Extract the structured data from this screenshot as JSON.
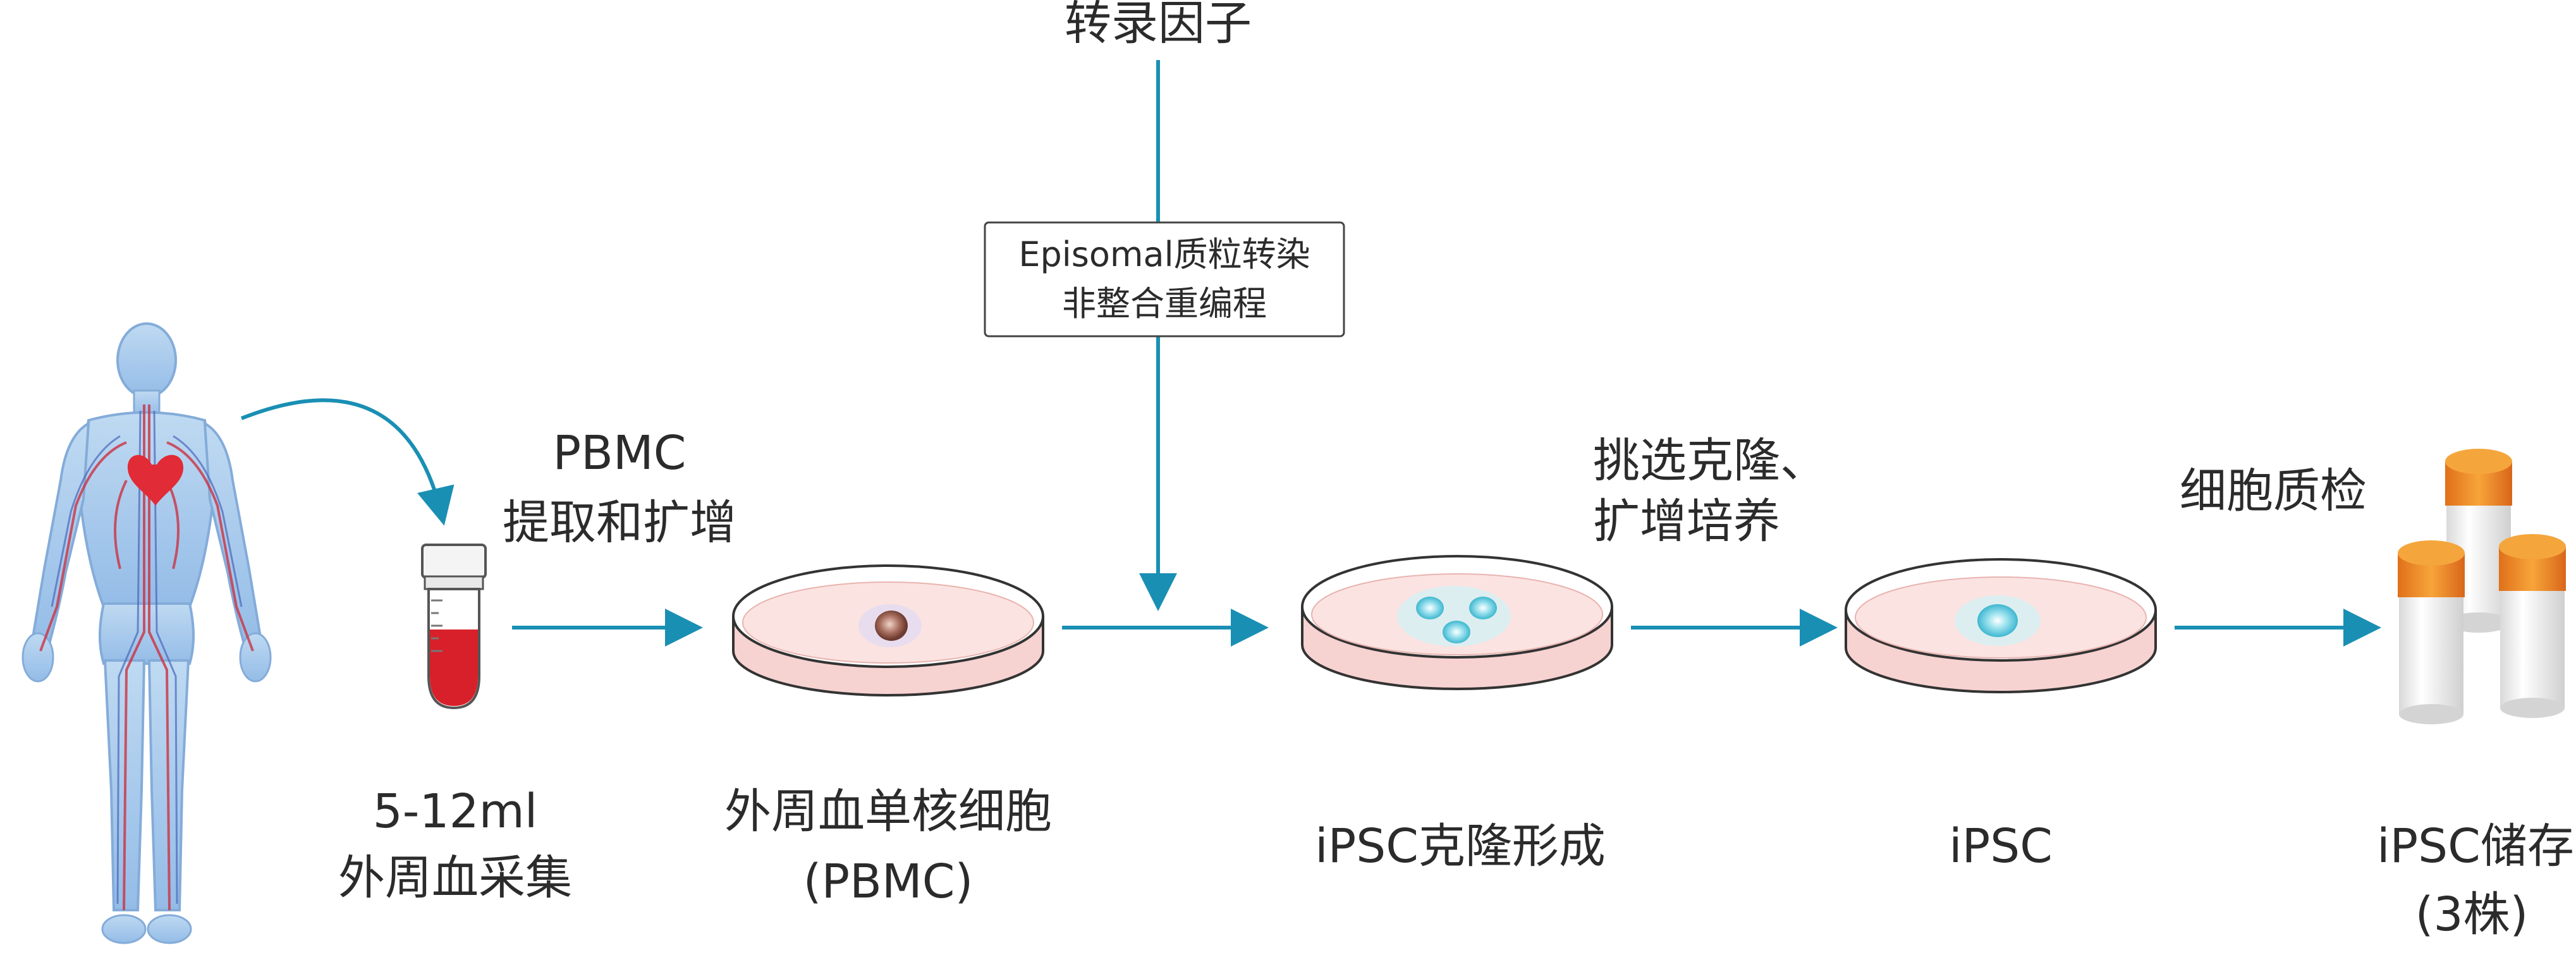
{
  "top_label": "转录因子",
  "box_text": [
    "Episomal质粒转染",
    "非整合重编程"
  ],
  "step_labels": [
    [
      "PBMC",
      "提取和扩增"
    ],
    [
      "挑选克隆、",
      "扩增培养"
    ],
    [
      "细胞质检"
    ]
  ],
  "stage_labels": [
    [
      "5-12ml",
      "外周血采集"
    ],
    [
      "外周血单核细胞",
      "(PBMC)"
    ],
    [
      "iPSC克隆形成"
    ],
    [
      "iPSC"
    ],
    [
      "iPSC储存",
      "(3株)"
    ]
  ],
  "colors": {
    "arrow": "#1a8fb4",
    "text": "#2b2b2b",
    "blood": "#d8202a",
    "dish_fill": "#f8dcda",
    "cell_blue": "#7fd3e3",
    "vial_cap": "#f08a1e"
  },
  "icons": [
    "human-body-icon",
    "blood-tube-icon",
    "petri-dish-icon",
    "storage-vial-icon"
  ]
}
